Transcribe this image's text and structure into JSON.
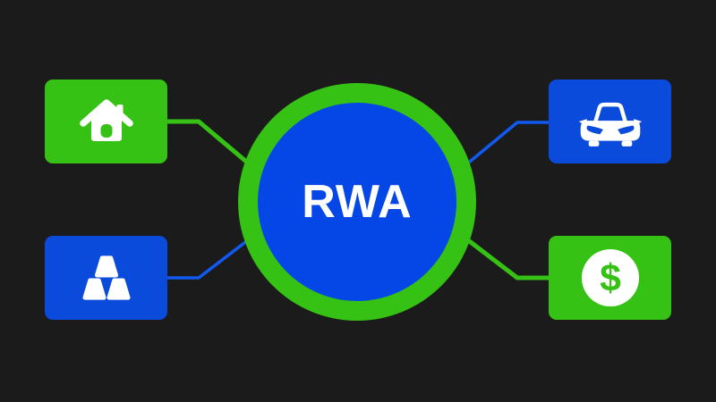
{
  "diagram": {
    "title": "RWA asset tokenization diagram",
    "center": {
      "label": "RWA"
    },
    "nodes": [
      {
        "id": "real-estate",
        "icon": "house-icon",
        "color": "green",
        "position": "top-left"
      },
      {
        "id": "gold",
        "icon": "gold-bars-icon",
        "color": "blue",
        "position": "bottom-left"
      },
      {
        "id": "vehicle",
        "icon": "car-icon",
        "color": "blue",
        "position": "top-right"
      },
      {
        "id": "currency",
        "icon": "dollar-icon",
        "color": "green",
        "position": "bottom-right"
      }
    ],
    "connectors": [
      {
        "from": "real-estate",
        "to": "center",
        "color": "green"
      },
      {
        "from": "gold",
        "to": "center",
        "color": "blue"
      },
      {
        "from": "vehicle",
        "to": "center",
        "color": "blue"
      },
      {
        "from": "currency",
        "to": "center",
        "color": "green"
      }
    ]
  },
  "icons": {
    "dollar_glyph": "$"
  },
  "colors": {
    "bg": "#1b1b1b",
    "green": "#36c214",
    "blue_box": "#0b4bdb",
    "blue_circle": "#0546e6",
    "blue_line": "#1159f0",
    "white": "#ffffff"
  }
}
